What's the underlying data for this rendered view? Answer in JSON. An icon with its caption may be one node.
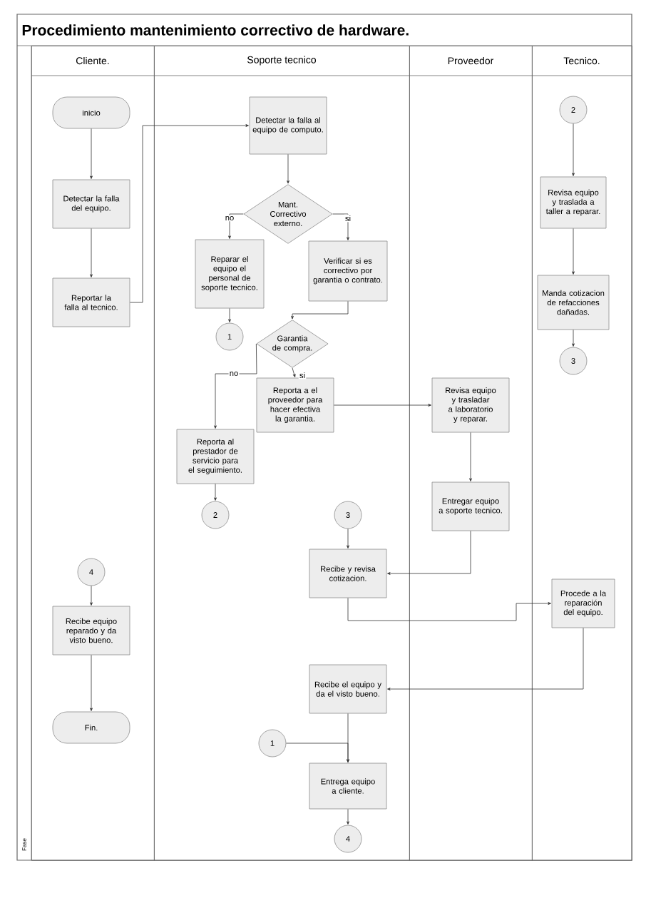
{
  "diagram": {
    "title": "Procedimiento mantenimiento correctivo de hardware.",
    "nodes": [
      {
        "text": [
          "Cliente."
        ]
      },
      {
        "text": [
          "Soporte tecnico"
        ]
      },
      {
        "text": [
          "Proveedor"
        ]
      },
      {
        "text": [
          "Tecnico."
        ]
      },
      {
        "text": [
          "inicio"
        ],
        "in": 0
      },
      {
        "text": [
          "Detectar la falla del equipo."
        ],
        "in": 0
      },
      {
        "text": [
          "Reportar la falla al tecnico."
        ],
        "in": 0
      },
      {
        "text": [
          "Detectar la falla al equipo de computo."
        ],
        "in": 1
      },
      {
        "text": [
          "Mant. Correctivo externo."
        ],
        "in": 1
      },
      {
        "text": [
          "Reparar el equipo el personal de soporte tecnico."
        ],
        "in": 1
      },
      {
        "text": [
          "Verificar si es correctivo por garantia o contrato."
        ],
        "in": 1
      },
      {
        "text": [
          "1"
        ],
        "in": 1
      },
      {
        "text": [
          "Garantia de compra."
        ],
        "in": 1
      },
      {
        "text": [
          "Reporta a el proveedor para hacer efectiva la garantia."
        ],
        "in": 1
      },
      {
        "text": [
          "Reporta al prestador de servicio para el seguimiento."
        ],
        "in": 1
      },
      {
        "text": [
          "2"
        ],
        "in": 1
      },
      {
        "text": [
          "3"
        ],
        "in": 1
      },
      {
        "text": [
          "Recibe y revisa cotizacion."
        ],
        "in": 1
      },
      {
        "text": [
          "Revisa equipo y trasladar a laboratorio y reparar."
        ],
        "in": 2
      },
      {
        "text": [
          "Entregar equipo a soporte tecnico."
        ],
        "in": 2
      },
      {
        "text": [
          "2"
        ],
        "in": 3
      },
      {
        "text": [
          "Revisa equipo y traslada a taller a reparar."
        ],
        "in": 3
      },
      {
        "text": [
          "Manda cotizacion de refacciones dañadas."
        ],
        "in": 3
      },
      {
        "text": [
          "3"
        ],
        "in": 3
      },
      {
        "text": [
          "Procede a la reparación del equipo."
        ],
        "in": 3
      },
      {
        "text": [
          "4"
        ],
        "in": 0
      },
      {
        "text": [
          "Recibe equipo reparado y da visto bueno."
        ],
        "in": 0
      },
      {
        "text": [
          "Fin."
        ],
        "in": 0
      },
      {
        "text": [
          "Recibe el equipo y da el visto bueno."
        ],
        "in": 1
      },
      {
        "text": [
          "1"
        ],
        "in": 1
      },
      {
        "text": [
          "Entrega equipo a cliente."
        ],
        "in": 1
      },
      {
        "text": [
          "4"
        ],
        "in": 1
      }
    ],
    "edges": [
      {
        "from": 4,
        "to": 5,
        "arrow": "to"
      },
      {
        "from": 5,
        "to": 6,
        "arrow": "to"
      },
      {
        "from": 6,
        "to": 7,
        "arrow": "to"
      },
      {
        "from": 7,
        "to": 8,
        "arrow": "to"
      },
      {
        "from": 8,
        "to": 9,
        "arrow": "to",
        "label": "no"
      },
      {
        "from": 8,
        "to": 10,
        "arrow": "to",
        "label": "si"
      },
      {
        "from": 9,
        "to": 11,
        "arrow": "to"
      },
      {
        "from": 10,
        "to": 12,
        "arrow": "to"
      },
      {
        "from": 12,
        "to": 14,
        "arrow": "to",
        "label": "no"
      },
      {
        "from": 12,
        "to": 13,
        "arrow": "to",
        "label": "si"
      },
      {
        "from": 13,
        "to": 18,
        "arrow": "to"
      },
      {
        "from": 14,
        "to": 15,
        "arrow": "to"
      },
      {
        "from": 16,
        "to": 17,
        "arrow": "to"
      },
      {
        "from": 18,
        "to": 19,
        "arrow": "to"
      },
      {
        "from": 19,
        "to": 17,
        "arrow": "to"
      },
      {
        "from": 17,
        "to": 24,
        "arrow": "to"
      },
      {
        "from": 24,
        "to": 28,
        "arrow": "to"
      },
      {
        "from": 28,
        "to": 30,
        "arrow": "to"
      },
      {
        "from": 29,
        "to": 30,
        "arrow": "to"
      },
      {
        "from": 30,
        "to": 31,
        "arrow": "to"
      },
      {
        "from": 25,
        "to": 26,
        "arrow": "to"
      },
      {
        "from": 26,
        "to": 27,
        "arrow": "to"
      },
      {
        "from": 20,
        "to": 21,
        "arrow": "to"
      },
      {
        "from": 21,
        "to": 22,
        "arrow": "to"
      },
      {
        "from": 22,
        "to": 23,
        "arrow": "to"
      }
    ],
    "labels": [
      "Fase"
    ]
  }
}
